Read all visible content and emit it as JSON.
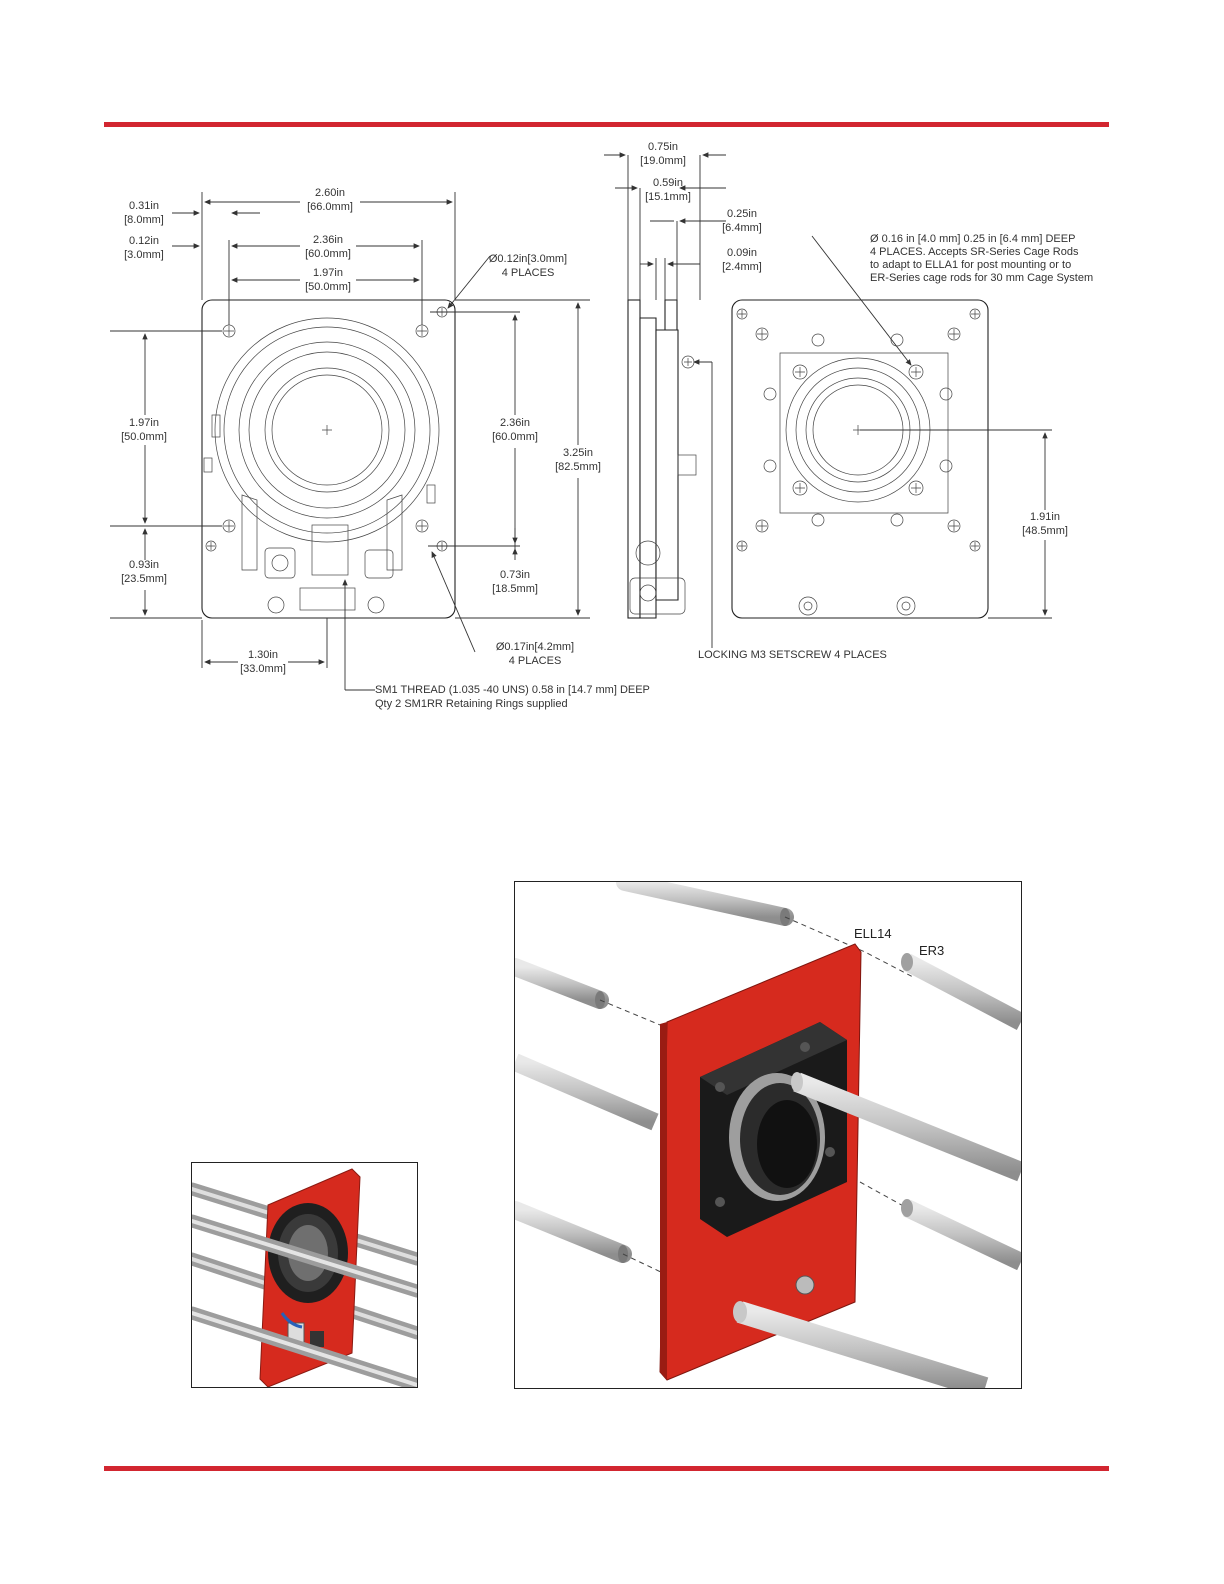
{
  "colors": {
    "accent": "#d22630",
    "pcb": "#d62a1e",
    "rod": "#b9b9b9",
    "mount": "#1a1a1a"
  },
  "front_view": {
    "w_total": [
      "2.60in",
      "[66.0mm]"
    ],
    "w_holes_outer": [
      "2.36in",
      "[60.0mm]"
    ],
    "w_holes_inner": [
      "1.97in",
      "[50.0mm]"
    ],
    "edge_offset_1": [
      "0.31in",
      "[8.0mm]"
    ],
    "edge_offset_2": [
      "0.12in",
      "[3.0mm]"
    ],
    "corner_hole": [
      "Ø0.12in[3.0mm]",
      "4 PLACES"
    ],
    "h_holes_left": [
      "1.97in",
      "[50.0mm]"
    ],
    "h_bottom_left": [
      "0.93in",
      "[23.5mm]"
    ],
    "h_holes_right": [
      "2.36in",
      "[60.0mm]"
    ],
    "h_total": [
      "3.25in",
      "[82.5mm]"
    ],
    "h_bottom_right": [
      "0.73in",
      "[18.5mm]"
    ],
    "w_center": [
      "1.30in",
      "[33.0mm]"
    ],
    "lower_hole": [
      "Ø0.17in[4.2mm]",
      "4 PLACES"
    ],
    "thread_note": [
      "SM1 THREAD (1.035 -40 UNS) 0.58 in [14.7 mm] DEEP",
      "Qty 2 SM1RR Retaining Rings supplied"
    ]
  },
  "side_view": {
    "d_total": [
      "0.75in",
      "[19.0mm]"
    ],
    "d_body": [
      "0.59in",
      "[15.1mm]"
    ],
    "d_board": [
      "0.25in",
      "[6.4mm]"
    ],
    "d_plate": [
      "0.09in",
      "[2.4mm]"
    ],
    "setscrew_note": "LOCKING M3 SETSCREW 4 PLACES"
  },
  "back_view": {
    "cage_note": [
      "Ø 0.16 in [4.0 mm] 0.25 in [6.4 mm] DEEP",
      "4 PLACES. Accepts SR-Series Cage Rods",
      "to adapt to ELLA1 for post mounting or to",
      "ER-Series cage rods for 30 mm Cage System"
    ],
    "h_center": [
      "1.91in",
      "[48.5mm]"
    ]
  },
  "photo_large": {
    "label_mount": "ELL14",
    "label_rod": "ER3"
  }
}
